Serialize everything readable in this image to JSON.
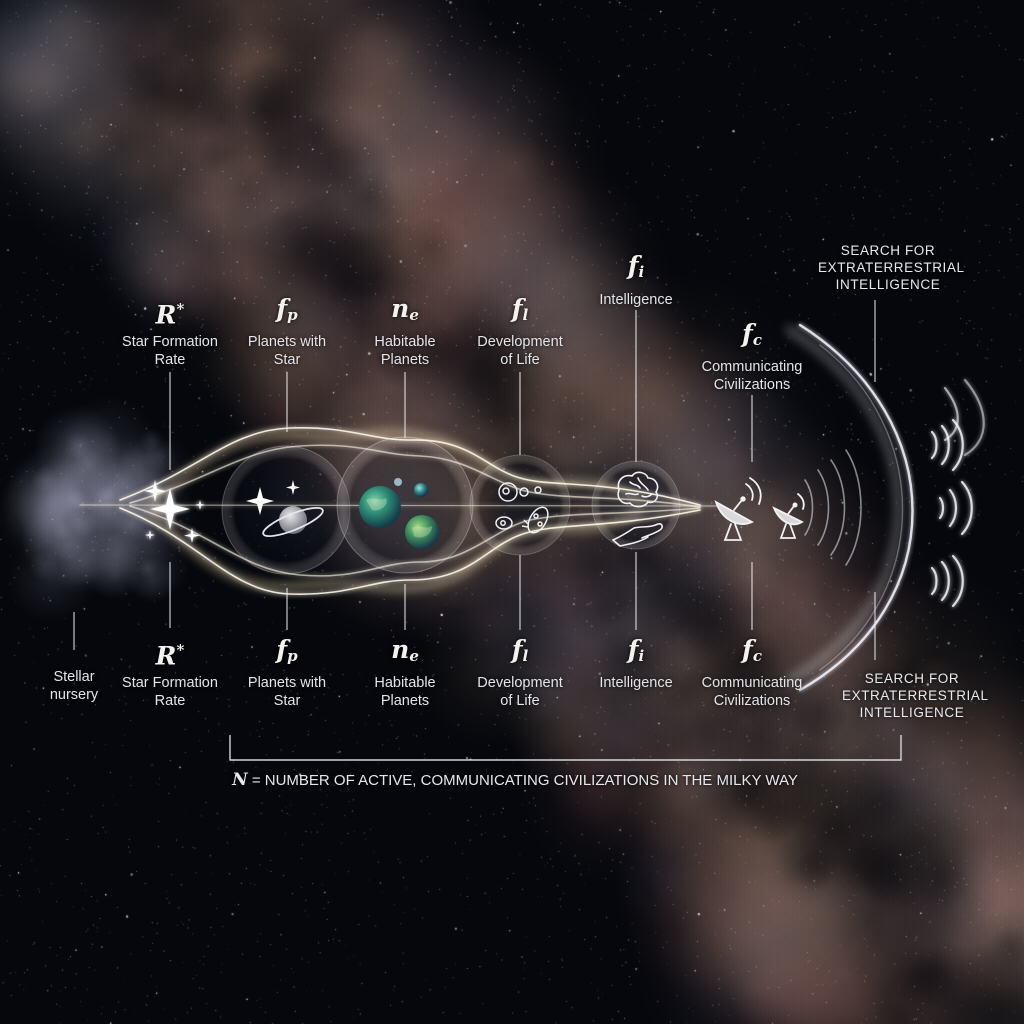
{
  "colors": {
    "background": "#05070c",
    "text": "#e6e8ee",
    "glow": "#fff6e0"
  },
  "diagram": {
    "seti_label": "SEARCH FOR EXTRATERRESTRIAL INTELLIGENCE",
    "nursery_label": "Stellar nursery",
    "terms": [
      {
        "symbol_base": "R",
        "symbol_mark": "*",
        "label": "Star Formation Rate",
        "icon": "sparkle-stars-icon"
      },
      {
        "symbol_base": "f",
        "symbol_mark": "p",
        "label": "Planets with Star",
        "icon": "ringed-planet-icon"
      },
      {
        "symbol_base": "n",
        "symbol_mark": "e",
        "label": "Habitable Planets",
        "icon": "earth-like-planets-icon"
      },
      {
        "symbol_base": "f",
        "symbol_mark": "l",
        "label": "Development of Life",
        "icon": "microbes-icon"
      },
      {
        "symbol_base": "f",
        "symbol_mark": "i",
        "label": "Intelligence",
        "icon": "brain-hand-icon"
      },
      {
        "symbol_base": "f",
        "symbol_mark": "c",
        "label": "Communicating Civilizations",
        "icon": "satellite-dish-icon"
      }
    ],
    "summary_symbol": "N",
    "summary_text": "= NUMBER OF ACTIVE, COMMUNICATING CIVILIZATIONS IN THE MILKY WAY"
  }
}
